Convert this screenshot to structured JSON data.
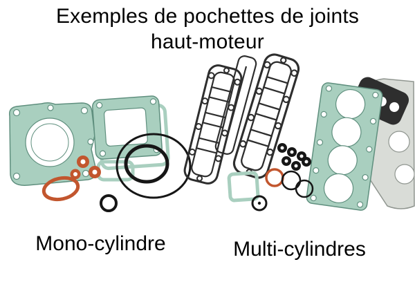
{
  "title": {
    "line1": "Exemples de pochettes de joints",
    "line2": "haut-moteur"
  },
  "captions": {
    "mono": "Mono-cylindre",
    "multi": "Multi-cylindres"
  },
  "colors": {
    "background": "#ffffff",
    "text": "#000000",
    "gasket_teal": "#a9cfbf",
    "gasket_teal_dark": "#5f8f7e",
    "seal_orange": "#c2562e",
    "ring_black": "#161616",
    "gasket_dark": "#2e2e2e",
    "gasket_gray": "#d9dcd7",
    "gasket_gray_dark": "#8f958f"
  }
}
